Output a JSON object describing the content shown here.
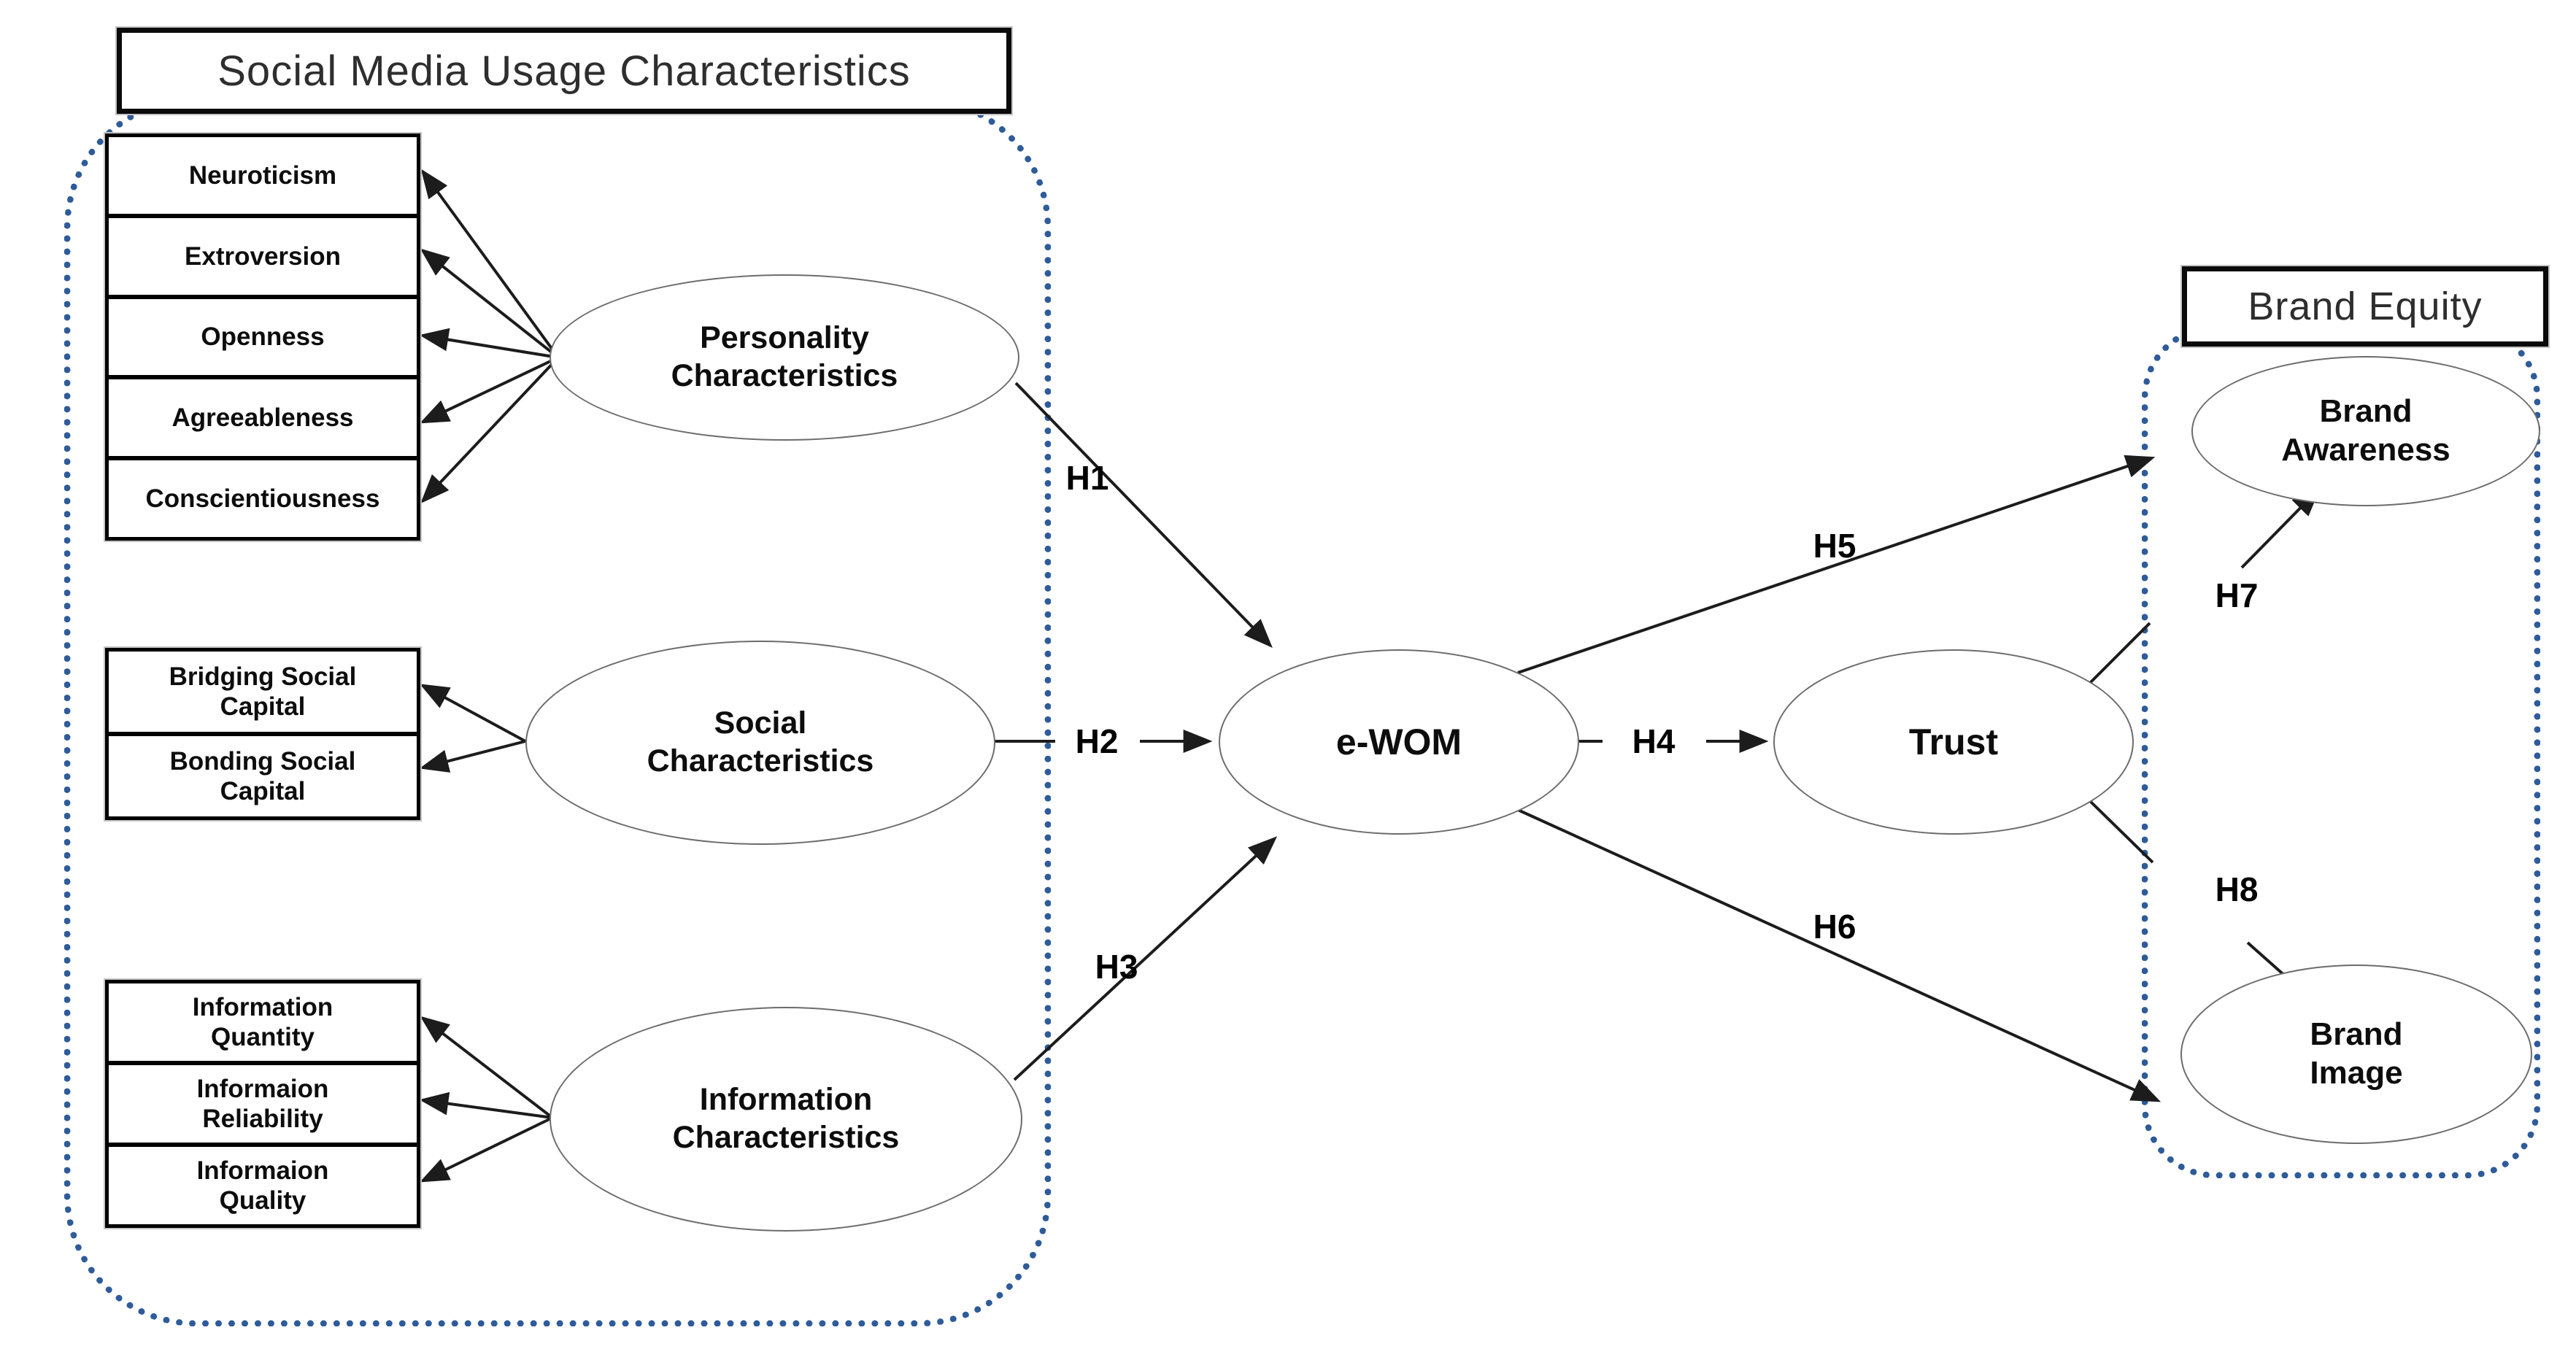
{
  "titles": {
    "social_media_usage": "Social Media Usage Characteristics",
    "brand_equity": "Brand Equity"
  },
  "indicator_groups": {
    "personality": {
      "source_node": "Personality Characteristics",
      "items": [
        "Neuroticism",
        "Extroversion",
        "Openness",
        "Agreeableness",
        "Conscientiousness"
      ]
    },
    "social": {
      "source_node": "Social Characteristics",
      "items": [
        "Bridging Social\nCapital",
        "Bonding Social\nCapital"
      ]
    },
    "information": {
      "source_node": "Information Characteristics",
      "items": [
        "Information\nQuantity",
        "Informaion\nReliability",
        "Informaion\nQuality"
      ]
    }
  },
  "nodes": {
    "personality": "Personality\nCharacteristics",
    "social": "Social\nCharacteristics",
    "information": "Information\nCharacteristics",
    "ewom": "e-WOM",
    "trust": "Trust",
    "brand_awareness": "Brand\nAwareness",
    "brand_image": "Brand\nImage"
  },
  "edges": [
    {
      "id": "h1",
      "from": "Personality Characteristics",
      "to": "e-WOM",
      "label": "H1"
    },
    {
      "id": "h2",
      "from": "Social Characteristics",
      "to": "e-WOM",
      "label": "H2"
    },
    {
      "id": "h3",
      "from": "Information Characteristics",
      "to": "e-WOM",
      "label": "H3"
    },
    {
      "id": "h4",
      "from": "e-WOM",
      "to": "Trust",
      "label": "H4"
    },
    {
      "id": "h5",
      "from": "e-WOM",
      "to": "Brand Awareness",
      "label": "H5"
    },
    {
      "id": "h6",
      "from": "e-WOM",
      "to": "Brand Image",
      "label": "H6"
    },
    {
      "id": "h7",
      "from": "Trust",
      "to": "Brand Awareness",
      "label": "H7"
    },
    {
      "id": "h8",
      "from": "Trust",
      "to": "Brand Image",
      "label": "H8"
    }
  ],
  "colors": {
    "container_border": "#2e5b99",
    "connector": "#1c1c1c",
    "node_border": "#6c6c6c",
    "box_border": "#000000"
  }
}
